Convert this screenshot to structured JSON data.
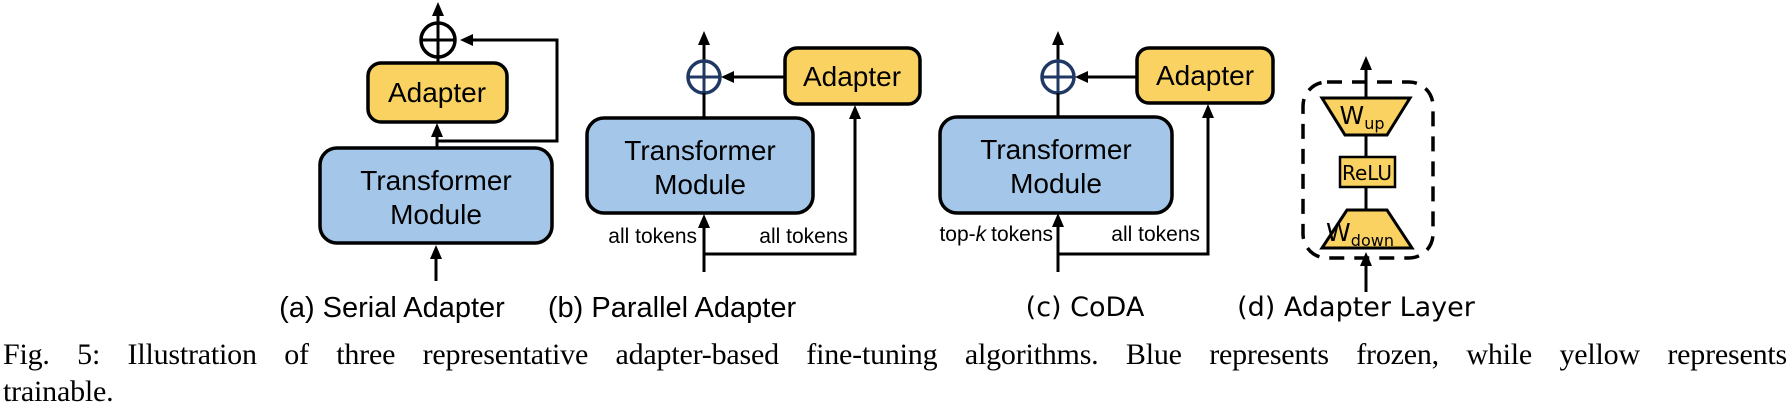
{
  "colors": {
    "frozen_blue": "#A4C7E9",
    "trainable_yellow": "#FAD262",
    "plus_circle_navy": "#1F3864",
    "line_black": "#000000"
  },
  "panels": {
    "a": {
      "caption": "(a) Serial Adapter",
      "adapter": "Adapter",
      "transformer_line1": "Transformer",
      "transformer_line2": "Module"
    },
    "b": {
      "caption": "(b) Parallel Adapter",
      "adapter": "Adapter",
      "transformer_line1": "Transformer",
      "transformer_line2": "Module",
      "input_left": "all tokens",
      "input_right": "all tokens"
    },
    "c": {
      "caption": "(c) CoDA",
      "adapter": "Adapter",
      "transformer_line1": "Transformer",
      "transformer_line2": "Module",
      "input_left_pre": "top-",
      "input_left_var": "k",
      "input_left_post": "tokens",
      "input_right": "all tokens"
    },
    "d": {
      "caption": "(d) Adapter Layer",
      "w_up_base": "W",
      "w_up_sub": "up",
      "relu": "ReLU",
      "w_down_base": "W",
      "w_down_sub": "down"
    }
  },
  "figure_caption": {
    "line1": "Fig. 5: Illustration of three representative adapter-based fine-tuning algorithms. Blue represents frozen, while yellow represents",
    "line2": "trainable."
  }
}
